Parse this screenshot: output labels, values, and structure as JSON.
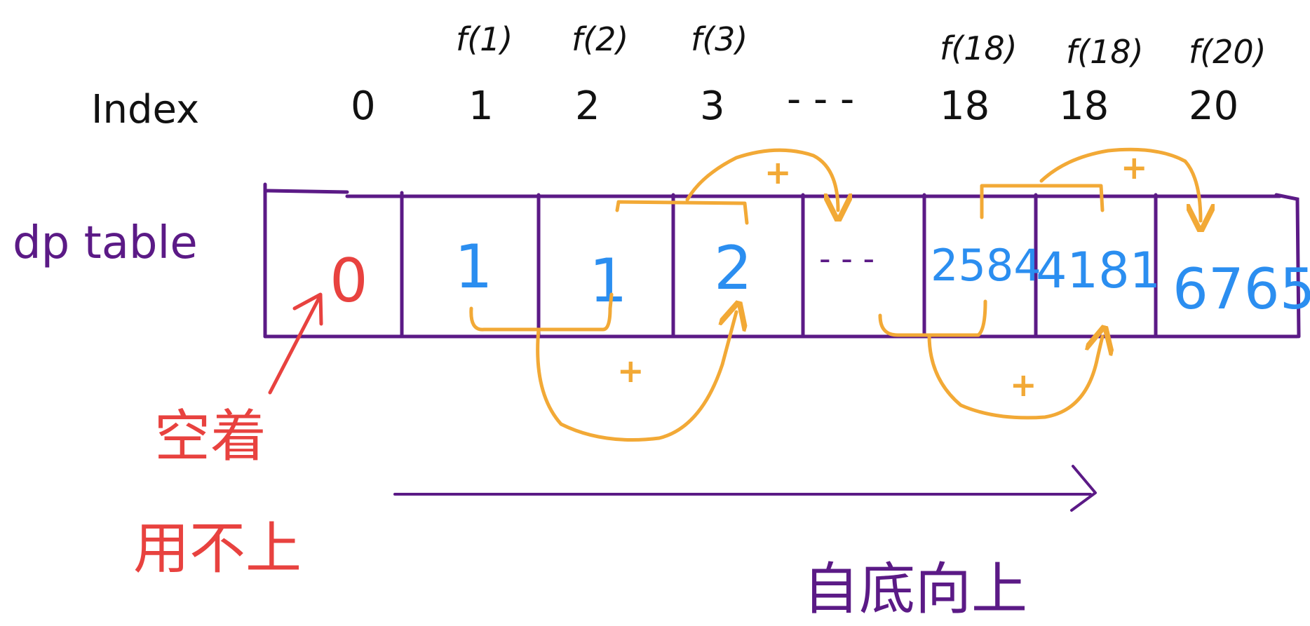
{
  "colors": {
    "table": "#5b1a86",
    "label": "#111111",
    "blue": "#2b8ef0",
    "red": "#e8423f",
    "orange": "#f2a936"
  },
  "header": {
    "index_label": "Index",
    "row_label": "dp table"
  },
  "columns": [
    {
      "index": "0",
      "f": "",
      "value": "0",
      "value_color": "red"
    },
    {
      "index": "1",
      "f": "f(1)",
      "value": "1",
      "value_color": "blue"
    },
    {
      "index": "2",
      "f": "f(2)",
      "value": "1",
      "value_color": "blue"
    },
    {
      "index": "3",
      "f": "f(3)",
      "value": "2",
      "value_color": "blue"
    },
    {
      "index": "- - -",
      "f": "",
      "value": "- - -",
      "value_color": "table"
    },
    {
      "index": "18",
      "f": "f(18)",
      "value": "2584",
      "value_color": "blue"
    },
    {
      "index": "18",
      "f": "f(18)",
      "value": "4181",
      "value_color": "blue"
    },
    {
      "index": "20",
      "f": "f(20)",
      "value": "6765",
      "value_color": "blue"
    }
  ],
  "plus_signs": [
    "+",
    "+",
    "+",
    "+"
  ],
  "notes": {
    "unused_line1": "空着",
    "unused_line2": "用不上",
    "direction": "自底向上"
  }
}
